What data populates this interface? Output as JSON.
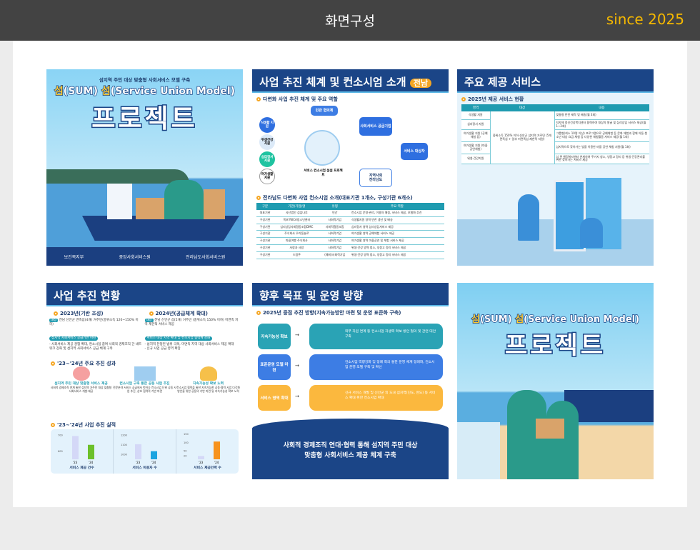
{
  "header": {
    "title": "화면구성",
    "since": "since 2025",
    "accent": "#f5b800"
  },
  "card1": {
    "subtitle": "섬지역 주민 대상 맞춤형 사회서비스 모델 구축",
    "title_line1_a": "섬",
    "title_line1_b": "(SUM) ",
    "title_line1_c": "섬",
    "title_line1_d": "(Service Union Model)",
    "title_line2": "프로젝트",
    "logos": [
      "보건복지부",
      "중앙사회서비스원",
      "전라남도사회서비스원"
    ]
  },
  "card2": {
    "title": "사업 추진 체계 및 컨소시엄 소개",
    "badge": "전남",
    "section1": "다변화 사업 추진 체계 및 주요 역할",
    "nodes": {
      "council": "민관 협의체",
      "supplier": "사회서비스 공급기업",
      "target": "서비스 대상자",
      "local": "지역사회",
      "province": "전라남도",
      "center": "서비스 컨소시엄 섬섬 프로젝트"
    },
    "circles": [
      "식생활 지원",
      "위생건강 지원",
      "심리정서 지원",
      "여가생활 지원"
    ],
    "section2": "전라남도 다변화 사업 컨소시엄 소개(대표기관 1개소, 구성기관 6개소)",
    "table_headers": [
      "구분",
      "기관(기업)명",
      "유형",
      "주요 역할"
    ],
    "table_rows": [
      [
        "대표기관",
        "사단법인 섬섬나루",
        "민간",
        "컨소시엄 운영·관리, 이용자 매칭, 서비스 제공, 모델화 추진"
      ],
      [
        "구성기관",
        "목포YWCA청소년센터",
        "사회적기업",
        "식생활지원 영역 반찬 생산 및 배송"
      ],
      [
        "구성기관",
        "심리상담사회협동조합DMC",
        "사회적협동조합",
        "심리정서 영역 심리상담서비스 제공"
      ],
      [
        "구성기관",
        "주식회사 우리동놀로",
        "사회적기업",
        "여가생활 영역 공예체험 서비스 제공"
      ],
      [
        "구성기관",
        "마을여행 주식회사",
        "사회적기업",
        "여가생활 영역 마을공연 및 체험 서비스 제공"
      ],
      [
        "구성기관",
        "사람과 사람",
        "사회적기업",
        "위생·건강 영역 청소, 냉장고 정리 서비스 제공"
      ],
      [
        "구성기관",
        "드림쿠",
        "(예비)사회적기업",
        "위생·건강 영역 청소, 냉장고 정리 서비스 제공"
      ]
    ]
  },
  "card3": {
    "title": "주요 제공 서비스",
    "section": "2025년 제공 서비스 현황",
    "table_headers": [
      "영역",
      "대상",
      "내용"
    ],
    "target": "중위소득 150% 이하 신안군 섬지역 거주민 (5개 면족섬 + 일부 미면족섬 제한적 지원)",
    "table_rows": [
      [
        "식생활 지원",
        "맞춤형 반찬 제작 및 배송(월 3회)"
      ],
      [
        "심리정서 지원",
        "지자체 정신건강복지센터 협력하여 대상자 발굴 및 심리상담 서비스 제공(월1~2회)"
      ],
      [
        "여가생활 지원 (공예체험 등)",
        "그룹형(최소 10명 이상) 프로그램으로 공예체험 등 문화 체험과 함께 아동·청소년 대상 요금 체험 등 다양한 체험활동 서비스 제공(월 1회)"
      ],
      [
        "여가생활 지원 (마을공연체험)",
        "섬지역으로 찾아가는 빛을 이용한 마을 공연 체험 지원(월 1회)"
      ],
      [
        "위생·건강지원",
        "섬 관 행정복지센터 연계하여 주거지 청소, 냉장고 정리 등 위생·건강관리를 위한 찾아가는 서비스 제공"
      ]
    ]
  },
  "card4": {
    "title": "사업 추진 현황",
    "y2023": {
      "title": "2023년(기반 조성)",
      "tag": "대상",
      "target": "전남 신안군 면족섬(4개) 거주민(중위소득 120~150% 이하)",
      "label": "섬지역 사회서비스 공급기반 마련",
      "bullets": [
        "- 사회서비스 제공 경험 확대, 컨소시엄 참여 사회적 경제조직 간 네트워크 강화 및 섬지역 사회서비스 공급 체계 구축"
      ]
    },
    "y2024": {
      "title": "2024년(공급체계 확대)",
      "tag": "대상",
      "target": "전남 신안군 섬(5개) 거주민 (중위소득 150% 이하) 미면족 지역 제한적 서비스 제공",
      "label": "서비스 대상 지역 확대 및 컨소시엄 협력체 강화",
      "bullets": [
        "- 섬지역 찬정된 범위 극복, 미면족 지역 대상 사회서비스 제공 확대",
        "- 신규 사업 공급 영역 확장"
      ]
    },
    "section2": "'23~'24년 주요 추진 성과",
    "achievements": [
      {
        "title": "섬지역 주민 대상 맞춤형 서비스 제공",
        "desc": "사회적 경제조직 연계 통한 섬지역 거주민 대상 맞춤형 사회서비스 개발·제공"
      },
      {
        "title": "컨소시엄 구축 통한 공동 사업 추진",
        "desc": "전문분야 서비스 공급에서 벗어나 컨소시엄 단위 공동 사업 추진, 상호 협력적 기반 마련"
      },
      {
        "title": "지속가능성 확보 노력",
        "desc": "컨소시엄 협력을 통한 지속가능한 공동·협력 사업 다각화 방안을 위한 공동의 기반 마련 및 지속가능성 확보 노력"
      }
    ],
    "section3": "'23~'24년 사업 추진 실적"
  },
  "chart_data": [
    {
      "type": "bar",
      "title": "서비스 제공 건수",
      "categories": [
        "'23",
        "'24"
      ],
      "values": [
        695,
        640
      ],
      "ticks": [
        "700",
        "600"
      ],
      "ylim": [
        550,
        710
      ],
      "colors": [
        "#d4d8f7",
        "#6cc02a"
      ]
    },
    {
      "type": "bar",
      "title": "서비스 이용자 수",
      "categories": [
        "'23",
        "'24"
      ],
      "values": [
        1108,
        1035
      ],
      "ticks": [
        "1200",
        "1100",
        "1000"
      ],
      "ylim": [
        950,
        1220
      ],
      "colors": [
        "#d4d8f7",
        "#1ba4e0"
      ]
    },
    {
      "type": "bar",
      "title": "서비스 제공인력 수",
      "categories": [
        "'23",
        "'24"
      ],
      "values": [
        20,
        107
      ],
      "ticks": [
        "150",
        "100",
        "50",
        "20"
      ],
      "ylim": [
        0,
        155
      ],
      "colors": [
        "#d4d8f7",
        "#f7931e"
      ]
    }
  ],
  "card5": {
    "title": "향후 목표 및 운영 방향",
    "section": "2025년 중점 추진 방향(지속가능방안 마련 및 운영 표준화 구축)",
    "rows": [
      {
        "label": "지속가능성 확보",
        "text": "외부 자원 연계 등 컨소시엄 자생력 확보 방안 협의 및 관련 대안 구축",
        "color": "#2aa3b5"
      },
      {
        "label": "표준운영 모델 마련",
        "text": "컨소시엄 역량강화 및 정례 회의 통한 운영 체계 정례화, 컨소시엄 운영 모델 구축 및 확산",
        "color": "#3d7de4"
      },
      {
        "label": "서비스 영역 확대",
        "text": "신규 서비스 개발 및 신안군 외 도내 섬지역(진도, 완도) 등 서비스 확대 위한 컨소시엄 확대",
        "color": "#fbb83e"
      }
    ],
    "conclusion": [
      "사회적 경제조직 연대·협력 통해 섬지역 주민 대상",
      "맞춤형 사회서비스 제공 체계 구축"
    ]
  },
  "card6": {
    "title_line1_a": "섬",
    "title_line1_b": "(SUM) ",
    "title_line1_c": "섬",
    "title_line1_d": "(Service Union Model)",
    "title_line2": "프로젝트"
  }
}
